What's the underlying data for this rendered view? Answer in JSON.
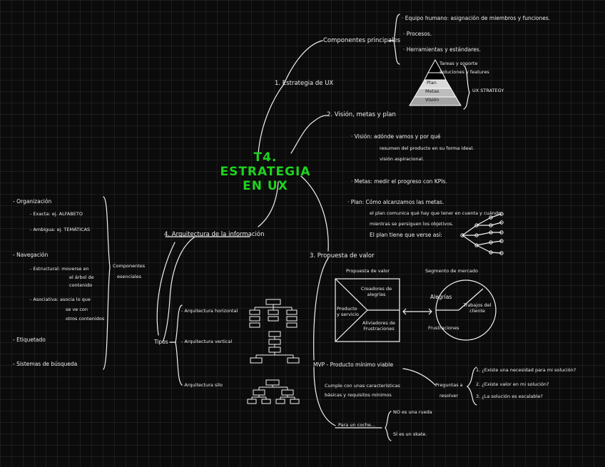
{
  "title": [
    "T4. ESTRATEGIA",
    "EN UX"
  ],
  "branch1": {
    "label": "1. Estrategia de UX",
    "components_label": "Componentes principales",
    "items": [
      "· Equipo humano: asignación de miembros y funciones.",
      "· Procesos.",
      "· Herramientas y estándares."
    ],
    "pyramid": {
      "levels": [
        "Plan",
        "Metas",
        "Visión"
      ],
      "top_labels": [
        "Tareas y soporte",
        "Soluciones y features"
      ],
      "brace_label": "UX STRATEGY"
    }
  },
  "branch2": {
    "label": "2. Visión, metas y plan",
    "vision": [
      "· Visión: adónde vamos y por qué",
      "resumen del producto en su forma ideal.",
      "visión aspiracional."
    ],
    "metas": "· Metas: medir el progreso con KPIs.",
    "plan": [
      "· Plan: Cómo alcanzamos las metas.",
      "el plan comunica qué hay que tener en cuenta y cuándo",
      "mientras se persiguen los objetivos.",
      "El plan tiene que verse así:"
    ]
  },
  "branch3": {
    "label": "3. Propuesta de valor",
    "proposal_title": "Propuesta de valor",
    "proposal_cells": [
      "Creadores de alegrías",
      "Producto y servicio",
      "Aliviadores de Frustraciones"
    ],
    "segment_title": "Segmento de mercado",
    "segment_cells": [
      "Alegrías",
      "Trabajos del cliente",
      "Frustraciones"
    ],
    "mvp": "MVP - Producto mínimo viable",
    "mvp_desc": [
      "Cumple con unas características",
      "básicas y requisitos mínimos"
    ],
    "car_label": "Para un coche...",
    "car_options": [
      "NO es una rueda",
      "SÍ es un skate."
    ],
    "questions_label": [
      "Preguntas a",
      "resolver"
    ],
    "questions": [
      "1. ¿Existe una necesidad para mi solución?",
      "2. ¿Existe valor en mi solución?",
      "3. ¿La solución es escalable?"
    ]
  },
  "branch4": {
    "label": "4. Arquitectura de la información",
    "components_label": [
      "Componentes",
      "esenciales"
    ],
    "components": {
      "organizacion": "- Organización",
      "exacta": "- Exacta: ej. ALFABETO",
      "ambigua": "- Ambigua: ej. TEMÁTICAS",
      "navegacion": "- Navegación",
      "estructural": [
        "- Estructural: moverse en",
        "el árbol de",
        "contenido"
      ],
      "asociativa": [
        "- Asociativa: asocia lo que",
        "se ve con",
        "otros contenidos"
      ],
      "etiquetado": "- Etiquetado",
      "sistemas": "- Sistemas de búsqueda"
    },
    "types_label": "Tipos",
    "types": [
      "- Arquitectura horizontal",
      "- Arquitectura vertical",
      "- Arquitectura silo"
    ]
  }
}
